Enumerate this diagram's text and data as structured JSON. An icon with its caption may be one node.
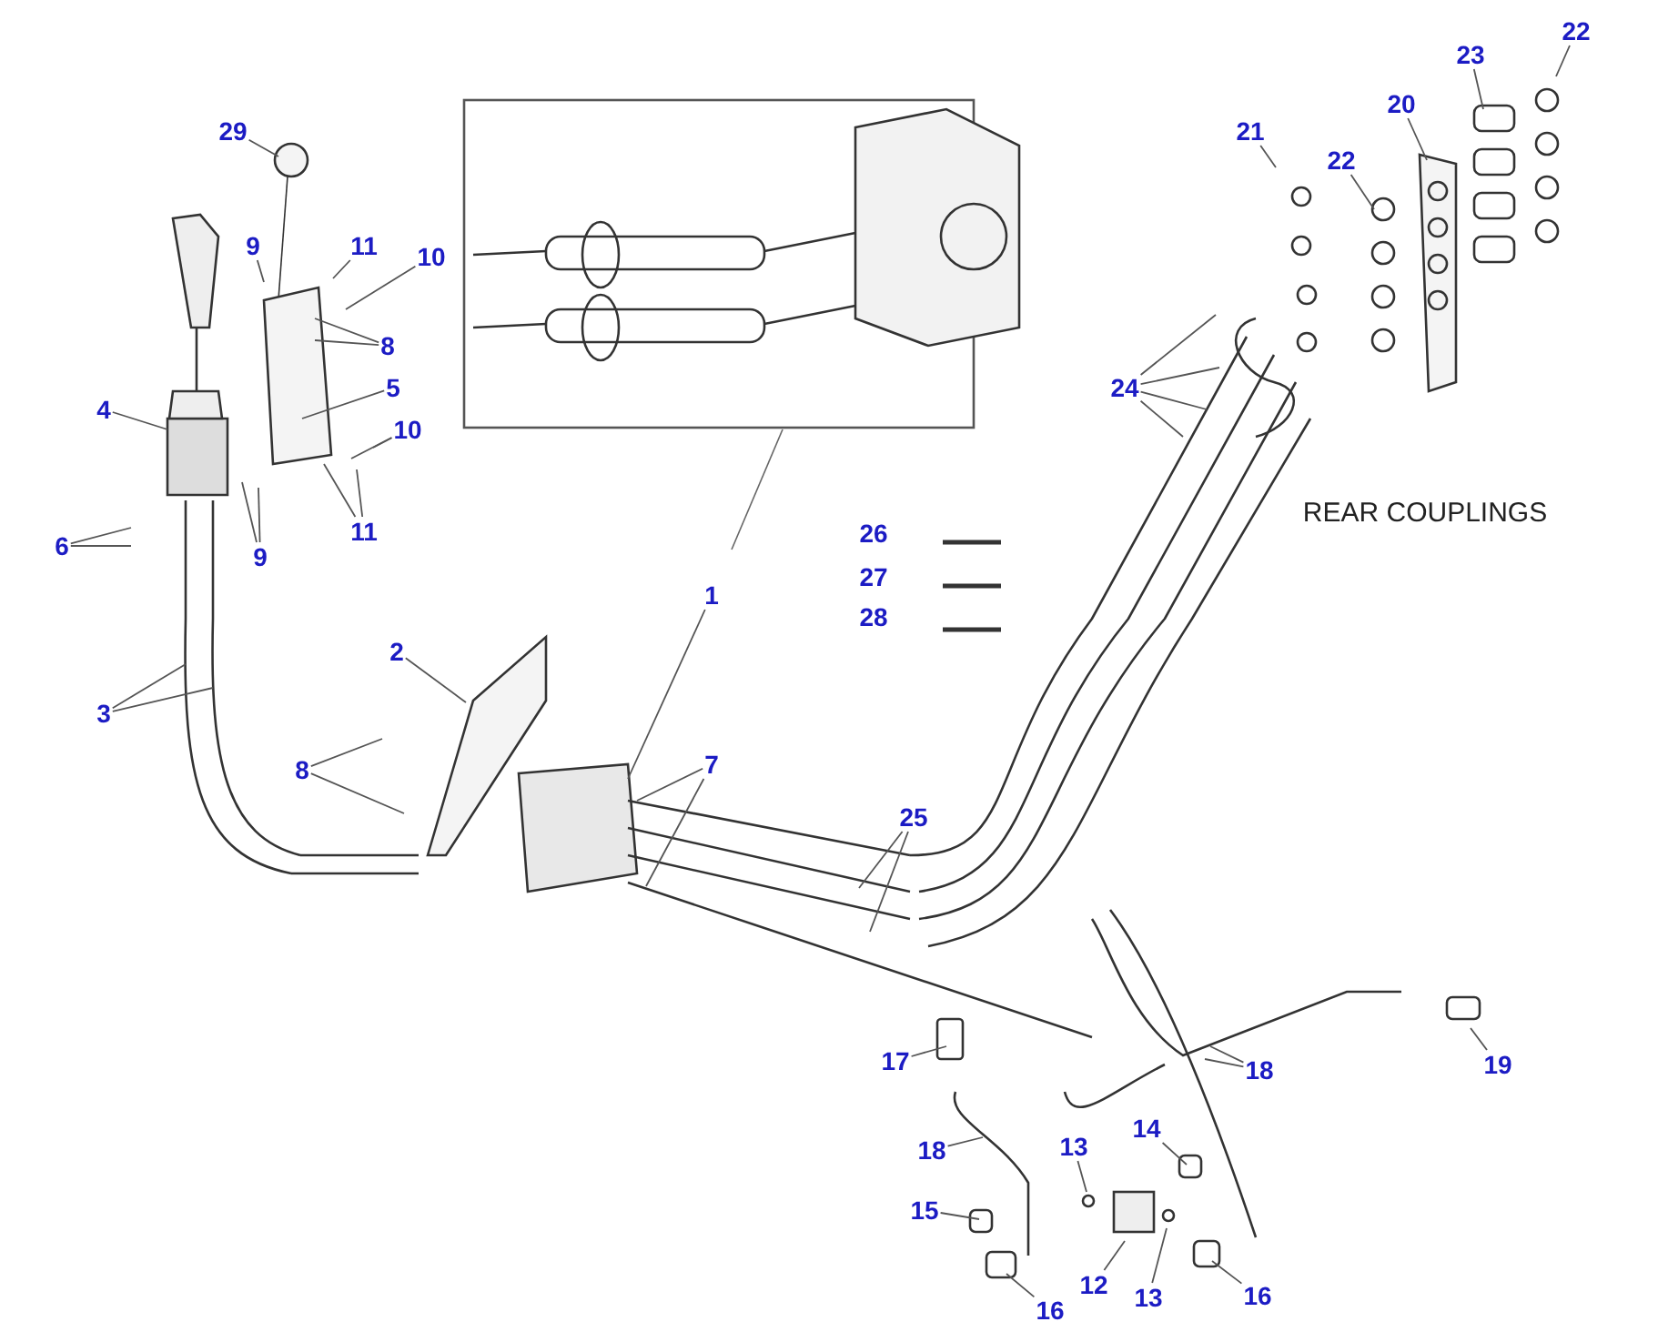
{
  "diagram": {
    "nodes": [
      {
        "text": [
          "29"
        ]
      },
      {
        "text": [
          "9"
        ]
      },
      {
        "text": [
          "11"
        ]
      },
      {
        "text": [
          "10"
        ]
      },
      {
        "text": [
          "8"
        ]
      },
      {
        "text": [
          "5"
        ]
      },
      {
        "text": [
          "4"
        ]
      },
      {
        "text": [
          "10"
        ]
      },
      {
        "text": [
          "6"
        ]
      },
      {
        "text": [
          "11"
        ]
      },
      {
        "text": [
          "9"
        ]
      },
      {
        "text": [
          "1"
        ]
      },
      {
        "text": [
          "2"
        ]
      },
      {
        "text": [
          "3"
        ]
      },
      {
        "text": [
          "8"
        ]
      },
      {
        "text": [
          "7"
        ]
      },
      {
        "text": [
          "25"
        ]
      },
      {
        "text": [
          "21"
        ]
      },
      {
        "text": [
          "20"
        ]
      },
      {
        "text": [
          "23"
        ]
      },
      {
        "text": [
          "22"
        ]
      },
      {
        "text": [
          "22"
        ]
      },
      {
        "text": [
          "24"
        ]
      },
      {
        "text": [
          "17"
        ]
      },
      {
        "text": [
          "18"
        ]
      },
      {
        "text": [
          "19"
        ]
      },
      {
        "text": [
          "13"
        ]
      },
      {
        "text": [
          "14"
        ]
      },
      {
        "text": [
          "18"
        ]
      },
      {
        "text": [
          "15"
        ]
      },
      {
        "text": [
          "12"
        ]
      },
      {
        "text": [
          "13"
        ]
      },
      {
        "text": [
          "16"
        ]
      },
      {
        "text": [
          "16"
        ]
      }
    ],
    "edges": [
      {
        "from": 0,
        "to": null,
        "arrow": "none"
      },
      {
        "from": 1,
        "to": null,
        "arrow": "none"
      },
      {
        "from": 2,
        "to": null,
        "arrow": "none"
      },
      {
        "from": 3,
        "to": null,
        "arrow": "none"
      },
      {
        "from": 4,
        "to": null,
        "arrow": "none"
      },
      {
        "from": 4,
        "to": null,
        "arrow": "none"
      },
      {
        "from": 5,
        "to": null,
        "arrow": "none"
      },
      {
        "from": 6,
        "to": null,
        "arrow": "none"
      },
      {
        "from": 7,
        "to": null,
        "arrow": "none"
      },
      {
        "from": 7,
        "to": null,
        "arrow": "none"
      },
      {
        "from": 8,
        "to": null,
        "arrow": "none"
      },
      {
        "from": 8,
        "to": null,
        "arrow": "none"
      },
      {
        "from": 9,
        "to": null,
        "arrow": "none"
      },
      {
        "from": 9,
        "to": null,
        "arrow": "none"
      },
      {
        "from": 10,
        "to": null,
        "arrow": "none"
      },
      {
        "from": 10,
        "to": null,
        "arrow": "none"
      },
      {
        "from": 11,
        "to": null,
        "arrow": "none"
      },
      {
        "from": 12,
        "to": null,
        "arrow": "none"
      },
      {
        "from": 13,
        "to": null,
        "arrow": "none"
      },
      {
        "from": 13,
        "to": null,
        "arrow": "none"
      },
      {
        "from": 14,
        "to": null,
        "arrow": "none"
      },
      {
        "from": 14,
        "to": null,
        "arrow": "none"
      },
      {
        "from": 15,
        "to": null,
        "arrow": "none"
      },
      {
        "from": 15,
        "to": null,
        "arrow": "none"
      },
      {
        "from": 16,
        "to": null,
        "arrow": "none"
      },
      {
        "from": 16,
        "to": null,
        "arrow": "none"
      },
      {
        "from": 17,
        "to": null,
        "arrow": "none"
      },
      {
        "from": 18,
        "to": null,
        "arrow": "none"
      },
      {
        "from": 19,
        "to": null,
        "arrow": "none"
      },
      {
        "from": 20,
        "to": null,
        "arrow": "none"
      },
      {
        "from": 21,
        "to": null,
        "arrow": "none"
      },
      {
        "from": 22,
        "to": null,
        "arrow": "none"
      },
      {
        "from": 22,
        "to": null,
        "arrow": "none"
      },
      {
        "from": 22,
        "to": null,
        "arrow": "none"
      },
      {
        "from": 22,
        "to": null,
        "arrow": "none"
      },
      {
        "from": 23,
        "to": null,
        "arrow": "none"
      },
      {
        "from": 24,
        "to": null,
        "arrow": "none"
      },
      {
        "from": 24,
        "to": null,
        "arrow": "none"
      },
      {
        "from": 25,
        "to": null,
        "arrow": "none"
      },
      {
        "from": 26,
        "to": null,
        "arrow": "none"
      },
      {
        "from": 27,
        "to": null,
        "arrow": "none"
      },
      {
        "from": 28,
        "to": null,
        "arrow": "none"
      },
      {
        "from": 29,
        "to": null,
        "arrow": "none"
      },
      {
        "from": 30,
        "to": null,
        "arrow": "none"
      },
      {
        "from": 31,
        "to": null,
        "arrow": "none"
      },
      {
        "from": 32,
        "to": null,
        "arrow": "none"
      },
      {
        "from": 33,
        "to": null,
        "arrow": "none"
      }
    ],
    "labels": [
      "REAR COUPLINGS",
      "26",
      "27",
      "28"
    ]
  }
}
